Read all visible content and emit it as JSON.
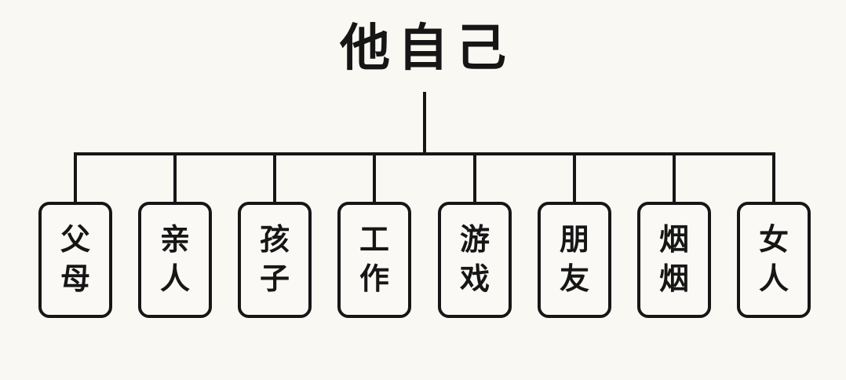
{
  "diagram": {
    "root": {
      "label": "他自己"
    },
    "children": [
      {
        "label": "父母"
      },
      {
        "label": "亲人"
      },
      {
        "label": "孩子"
      },
      {
        "label": "工作"
      },
      {
        "label": "游戏"
      },
      {
        "label": "朋友"
      },
      {
        "label": "烟烟"
      },
      {
        "label": "女人"
      }
    ],
    "line_color": "#161616",
    "text_color": "#161616",
    "background_color": "#f9f8f3"
  }
}
